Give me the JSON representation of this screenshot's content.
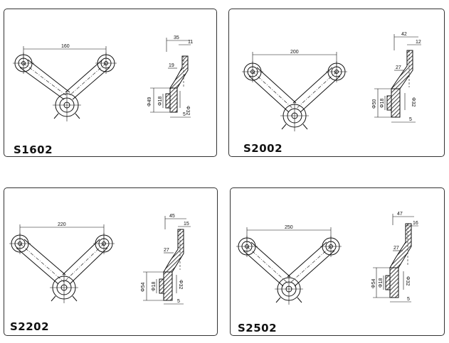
{
  "panels": [
    {
      "model": "S1602",
      "span": "160",
      "top_width": "35",
      "tip_width": "11",
      "neck_width": "19",
      "outer_dia": "Φ49",
      "bore_dia": "Φ18",
      "hub_dia": "Φ32",
      "base_height": "5"
    },
    {
      "model": "S2002",
      "span": "200",
      "top_width": "42",
      "tip_width": "12",
      "neck_width": "27",
      "outer_dia": "Φ50",
      "bore_dia": "Φ18",
      "hub_dia": "Φ32",
      "base_height": "5"
    },
    {
      "model": "S2202",
      "span": "220",
      "top_width": "45",
      "tip_width": "15",
      "neck_width": "27",
      "outer_dia": "Φ54",
      "bore_dia": "Φ18",
      "hub_dia": "Φ32",
      "base_height": "5"
    },
    {
      "model": "S2502",
      "span": "250",
      "top_width": "47",
      "tip_width": "16",
      "neck_width": "27",
      "outer_dia": "Φ54",
      "bore_dia": "Φ18",
      "hub_dia": "Φ32",
      "base_height": "5"
    }
  ]
}
